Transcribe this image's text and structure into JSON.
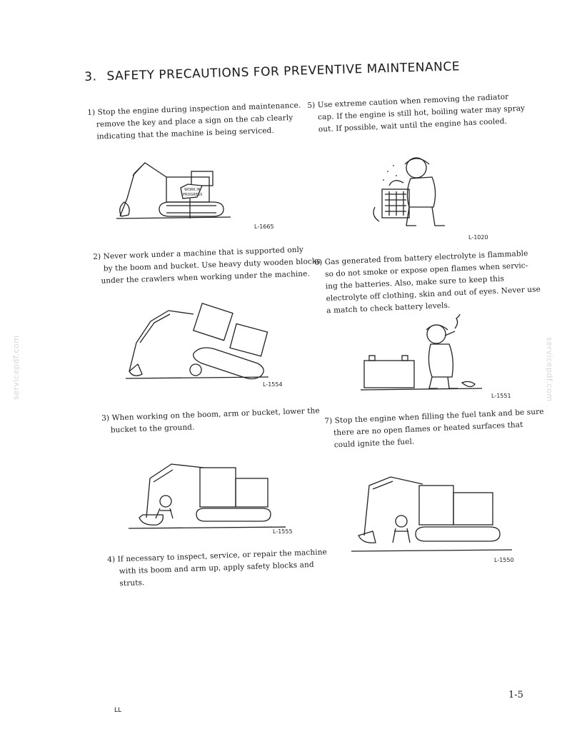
{
  "title": {
    "number": "3.",
    "text": "SAFETY PRECAUTIONS FOR PREVENTIVE MAINTENANCE"
  },
  "items": [
    {
      "lines": [
        "1) Stop the engine during inspection and maintenance.",
        "remove the key and place a sign on the cab clearly",
        "indicating that the machine is being serviced."
      ],
      "figure_code": "L-1665",
      "sign_text": [
        "WORK IN",
        "PROGRESS"
      ]
    },
    {
      "lines": [
        "2) Never work under a machine that is supported only",
        "by the boom and bucket. Use heavy duty wooden blocks",
        "under the crawlers when working under the machine."
      ],
      "figure_code": "L-1554"
    },
    {
      "lines": [
        "3) When working on the boom, arm or bucket, lower the",
        "bucket to the ground."
      ],
      "figure_code": "L-1555"
    },
    {
      "lines": [
        "4) If necessary to inspect, service, or repair the machine",
        "with its boom and arm up, apply safety blocks and",
        "struts."
      ]
    },
    {
      "lines": [
        "5) Use extreme caution when removing the radiator",
        "cap. If the engine is still hot, boiling water may spray",
        "out. If possible, wait until the engine has cooled."
      ],
      "figure_code": "L-1020"
    },
    {
      "lines": [
        "6) Gas generated from battery electrolyte is flammable",
        "so do not smoke or expose open flames when servic-",
        "ing the batteries.  Also, make sure to keep this",
        "electrolyte off clothing, skin and out of eyes.  Never use",
        "a match to check battery levels."
      ],
      "figure_code": "L-1551"
    },
    {
      "lines": [
        "7) Stop the engine when filling the fuel tank and be sure",
        "there are no open flames or heated surfaces that",
        "could ignite the fuel."
      ],
      "figure_code": "L-1550"
    }
  ],
  "watermark": "servicepdf.com",
  "page_number": "1-5",
  "footer_mark": "LL"
}
